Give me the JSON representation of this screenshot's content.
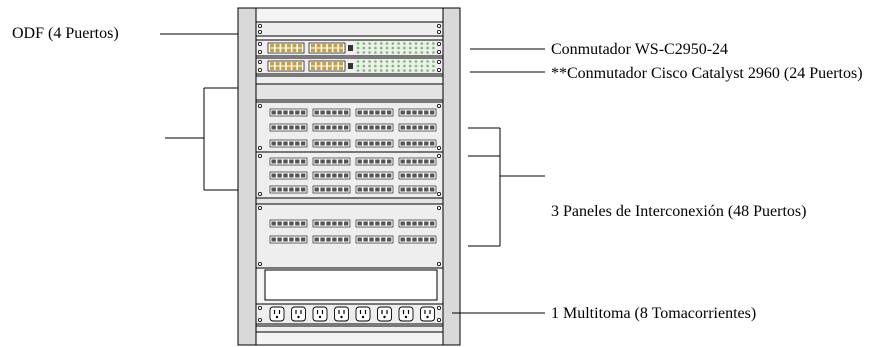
{
  "labels": {
    "odf": "ODF (4 Puertos)",
    "switch_2950": "Conmutador WS-C2950-24",
    "switch_2960": "**Conmutador Cisco Catalyst 2960 (24 Puertos)",
    "patch_panels": "3 Paneles de Interconexión (48 Puertos)",
    "power_strip": "1 Multitoma (8 Tomacorrientes)"
  },
  "rack": {
    "switch_count": 2,
    "patch_panel_count": 3,
    "power_outlets": 8,
    "colors": {
      "frame": "#d9d9d9",
      "panel": "#eeeeee",
      "outline": "#000000",
      "rj45_port": "#555555",
      "sfp_port": "#c8a040",
      "status_led": "#70c060"
    }
  }
}
